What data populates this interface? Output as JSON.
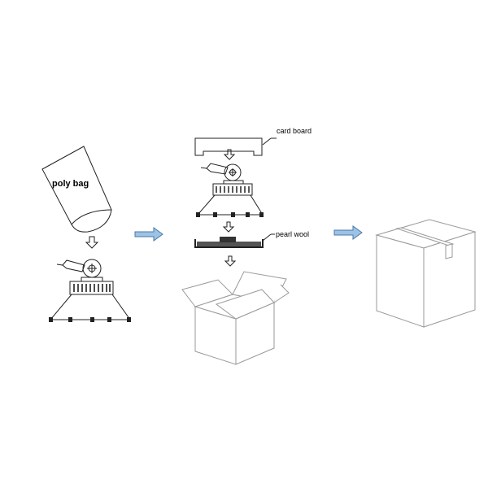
{
  "labels": {
    "poly_bag": "poly bag",
    "card_board": "card board",
    "pearl_wool": "pearl wool"
  },
  "colors": {
    "flow_arrow_fill": "#9cc3e6",
    "flow_arrow_stroke": "#4a78a8",
    "box_line": "#9a9a9a",
    "drawing_line": "#222222"
  }
}
